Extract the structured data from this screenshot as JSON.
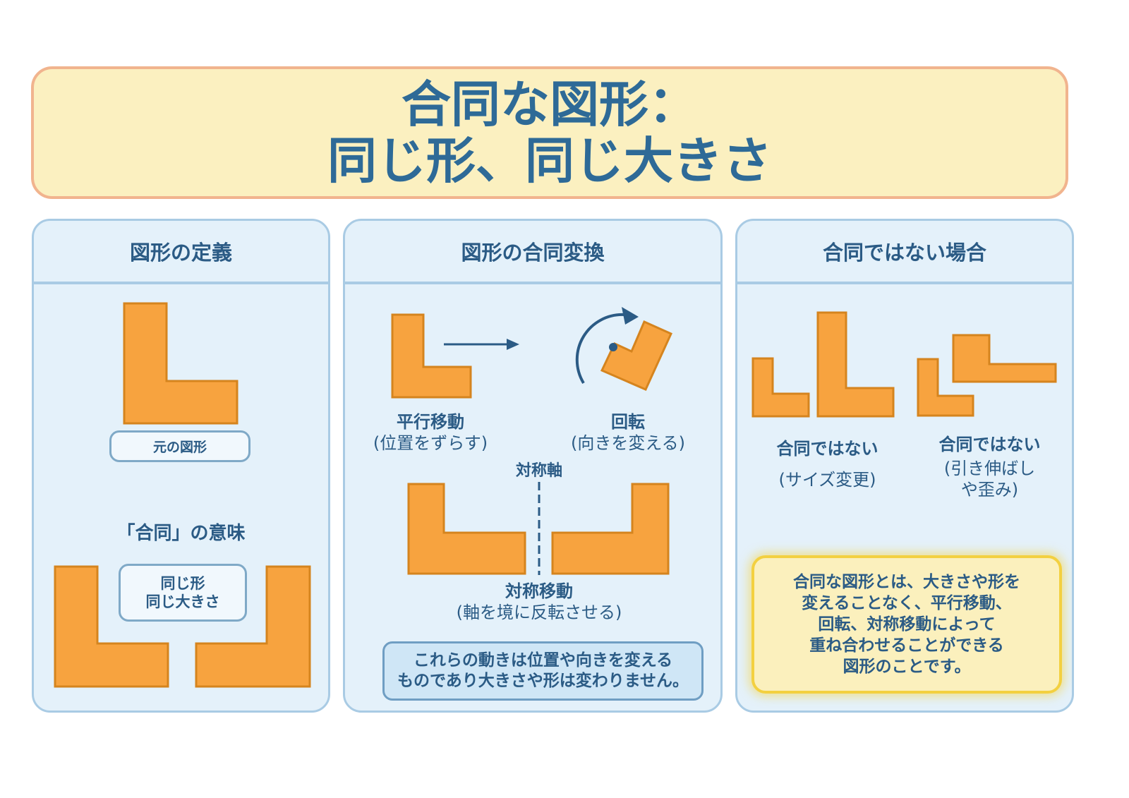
{
  "title": {
    "line1": "合同な図形：",
    "line2": "同じ形、同じ大きさ"
  },
  "panel_definition": {
    "heading": "図形の定義",
    "original_label": "元の図形",
    "meaning_heading": "「合同」の意味",
    "meaning_line1": "同じ形",
    "meaning_line2": "同じ大きさ"
  },
  "panel_transformations": {
    "heading": "図形の合同変換",
    "translation_title": "平行移動",
    "translation_sub": "(位置をずらす)",
    "rotation_title": "回転",
    "rotation_sub": "(向きを変える)",
    "axis_label": "対称軸",
    "reflection_title": "対称移動",
    "reflection_sub": "(軸を境に反転させる)",
    "note_line1": "これらの動きは位置や向きを変える",
    "note_line2": "ものであり大きさや形は変わりません。"
  },
  "panel_not_congruent": {
    "heading": "合同ではない場合",
    "case1_title": "合同ではない",
    "case1_sub": "(サイズ変更)",
    "case2_title": "合同ではない",
    "case2_sub_line1": "(引き伸ばし",
    "case2_sub_line2": "や歪み)",
    "summary_lines": [
      "合同な図形とは、大きさや形を",
      "変えることなく、平行移動、",
      "回転、対称移動によって",
      "重ね合わせることができる",
      "図形のことです。"
    ]
  },
  "colors": {
    "shape_fill": "#f7a33f",
    "title_bg": "#fbf0c0",
    "panel_bg": "#e4f1fa",
    "text": "#2b5b85"
  }
}
